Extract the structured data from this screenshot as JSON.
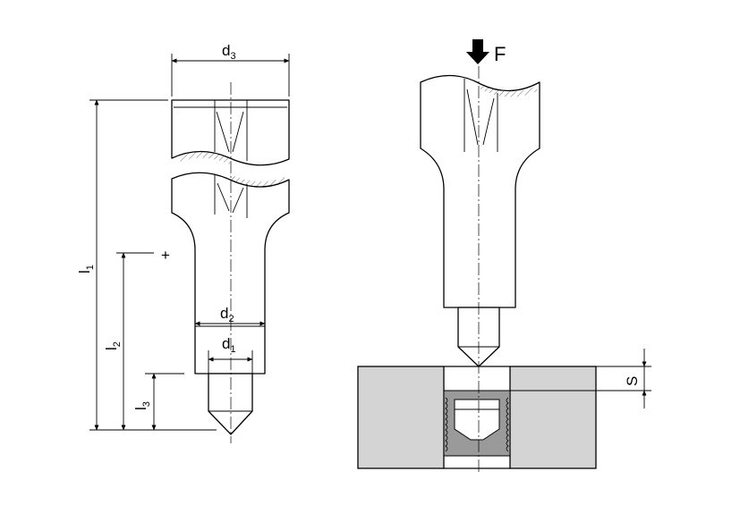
{
  "labels": {
    "d3": {
      "main": "d",
      "sub": "3"
    },
    "d2": {
      "main": "d",
      "sub": "2"
    },
    "d1": {
      "main": "d",
      "sub": "1"
    },
    "l1": {
      "main": "l",
      "sub": "1"
    },
    "l2": {
      "main": "l",
      "sub": "2"
    },
    "l3": {
      "main": "l",
      "sub": "3"
    },
    "plus": "+",
    "force": "F",
    "stroke": "S"
  },
  "colors": {
    "line": "#000000",
    "block_fill": "#d4d4d4",
    "insert_fill": "#9a9a9a",
    "background": "#ffffff"
  },
  "icons": {
    "force_arrow": "down-arrow-icon"
  }
}
